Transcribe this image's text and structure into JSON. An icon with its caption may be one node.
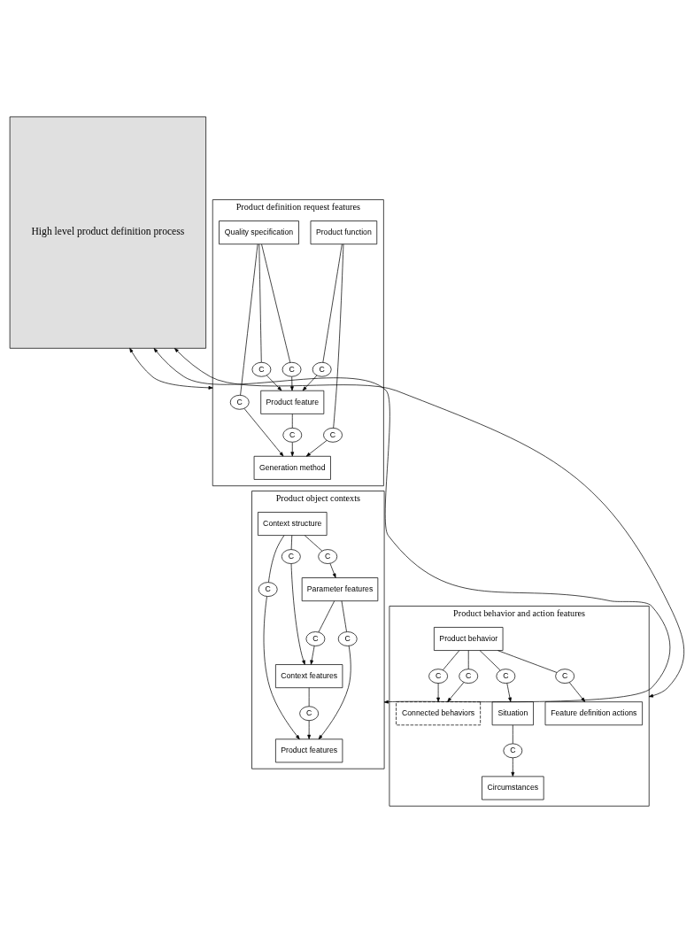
{
  "diagram": {
    "nodes": [
      {
        "text": [
          "High level product definition process"
        ]
      },
      {
        "text": [
          "Product definition request features"
        ]
      },
      {
        "text": [
          "Product function"
        ],
        "in": 1
      },
      {
        "text": [
          "Quality specification"
        ],
        "in": 1
      },
      {
        "text": [
          "C"
        ],
        "in": 1
      },
      {
        "text": [
          "C"
        ],
        "in": 1
      },
      {
        "text": [
          "C"
        ],
        "in": 1
      },
      {
        "text": [
          "Product feature"
        ],
        "in": 1
      },
      {
        "text": [
          "C"
        ],
        "in": 1
      },
      {
        "text": [
          "C"
        ],
        "in": 1
      },
      {
        "text": [
          "C"
        ],
        "in": 1
      },
      {
        "text": [
          "Generation method"
        ],
        "in": 1
      },
      {
        "text": [
          "Product object contexts"
        ]
      },
      {
        "text": [
          "Context structure"
        ],
        "in": 12
      },
      {
        "text": [
          "C"
        ],
        "in": 12
      },
      {
        "text": [
          "C"
        ],
        "in": 12
      },
      {
        "text": [
          "C"
        ],
        "in": 12
      },
      {
        "text": [
          "Product features"
        ],
        "in": 12
      },
      {
        "text": [
          "C"
        ],
        "in": 12
      },
      {
        "text": [
          "Context features"
        ],
        "in": 12
      },
      {
        "text": [
          "C"
        ],
        "in": 12
      },
      {
        "text": [
          "C"
        ],
        "in": 12
      },
      {
        "text": [
          "Parameter features"
        ],
        "in": 12
      },
      {
        "text": [
          "Product behavior and action features"
        ]
      },
      {
        "text": [
          "Product behavior"
        ],
        "in": 23
      },
      {
        "text": [
          "C"
        ],
        "in": 23
      },
      {
        "text": [
          "C"
        ],
        "in": 23
      },
      {
        "text": [
          "C"
        ],
        "in": 23
      },
      {
        "text": [
          "C"
        ],
        "in": 23
      },
      {
        "text": [
          "Situation"
        ],
        "in": 23
      },
      {
        "text": [
          "Feature definition actions"
        ],
        "in": 23
      },
      {
        "text": [
          "C"
        ],
        "in": 23
      },
      {
        "text": [
          "Connected behaviors"
        ],
        "in": 23
      },
      {
        "text": [
          "Circumstances"
        ],
        "in": 23
      }
    ],
    "edges": [
      {
        "from": 0,
        "to": 1,
        "arrow": "both"
      },
      {
        "from": 0,
        "to": 12,
        "arrow": "both"
      },
      {
        "from": 0,
        "to": 23,
        "arrow": "both"
      },
      {
        "from": 2,
        "to": 4,
        "arrow": "none"
      },
      {
        "from": 4,
        "to": 7,
        "arrow": "to"
      },
      {
        "from": 3,
        "to": 5,
        "arrow": "none"
      },
      {
        "from": 5,
        "to": 7,
        "arrow": "to"
      },
      {
        "from": 3,
        "to": 6,
        "arrow": "none"
      },
      {
        "from": 6,
        "to": 7,
        "arrow": "to"
      },
      {
        "from": 2,
        "to": 8,
        "arrow": "none"
      },
      {
        "from": 8,
        "to": 11,
        "arrow": "to"
      },
      {
        "from": 7,
        "to": 9,
        "arrow": "none"
      },
      {
        "from": 9,
        "to": 11,
        "arrow": "to"
      },
      {
        "from": 3,
        "to": 10,
        "arrow": "none"
      },
      {
        "from": 10,
        "to": 11,
        "arrow": "to"
      },
      {
        "from": 13,
        "to": 14,
        "arrow": "none"
      },
      {
        "from": 14,
        "to": 17,
        "arrow": "to"
      },
      {
        "from": 13,
        "to": 15,
        "arrow": "none"
      },
      {
        "from": 15,
        "to": 19,
        "arrow": "to"
      },
      {
        "from": 13,
        "to": 16,
        "arrow": "none"
      },
      {
        "from": 16,
        "to": 22,
        "arrow": "to"
      },
      {
        "from": 19,
        "to": 18,
        "arrow": "none"
      },
      {
        "from": 18,
        "to": 17,
        "arrow": "to"
      },
      {
        "from": 22,
        "to": 20,
        "arrow": "none"
      },
      {
        "from": 20,
        "to": 17,
        "arrow": "to"
      },
      {
        "from": 22,
        "to": 21,
        "arrow": "none"
      },
      {
        "from": 21,
        "to": 19,
        "arrow": "to"
      },
      {
        "from": 24,
        "to": 25,
        "arrow": "none"
      },
      {
        "from": 25,
        "to": 32,
        "arrow": "to"
      },
      {
        "from": 24,
        "to": 26,
        "arrow": "none"
      },
      {
        "from": 26,
        "to": 32,
        "arrow": "to"
      },
      {
        "from": 24,
        "to": 27,
        "arrow": "none"
      },
      {
        "from": 27,
        "to": 29,
        "arrow": "to"
      },
      {
        "from": 24,
        "to": 28,
        "arrow": "none"
      },
      {
        "from": 28,
        "to": 30,
        "arrow": "to"
      },
      {
        "from": 29,
        "to": 31,
        "arrow": "none"
      },
      {
        "from": 31,
        "to": 33,
        "arrow": "to"
      }
    ]
  }
}
